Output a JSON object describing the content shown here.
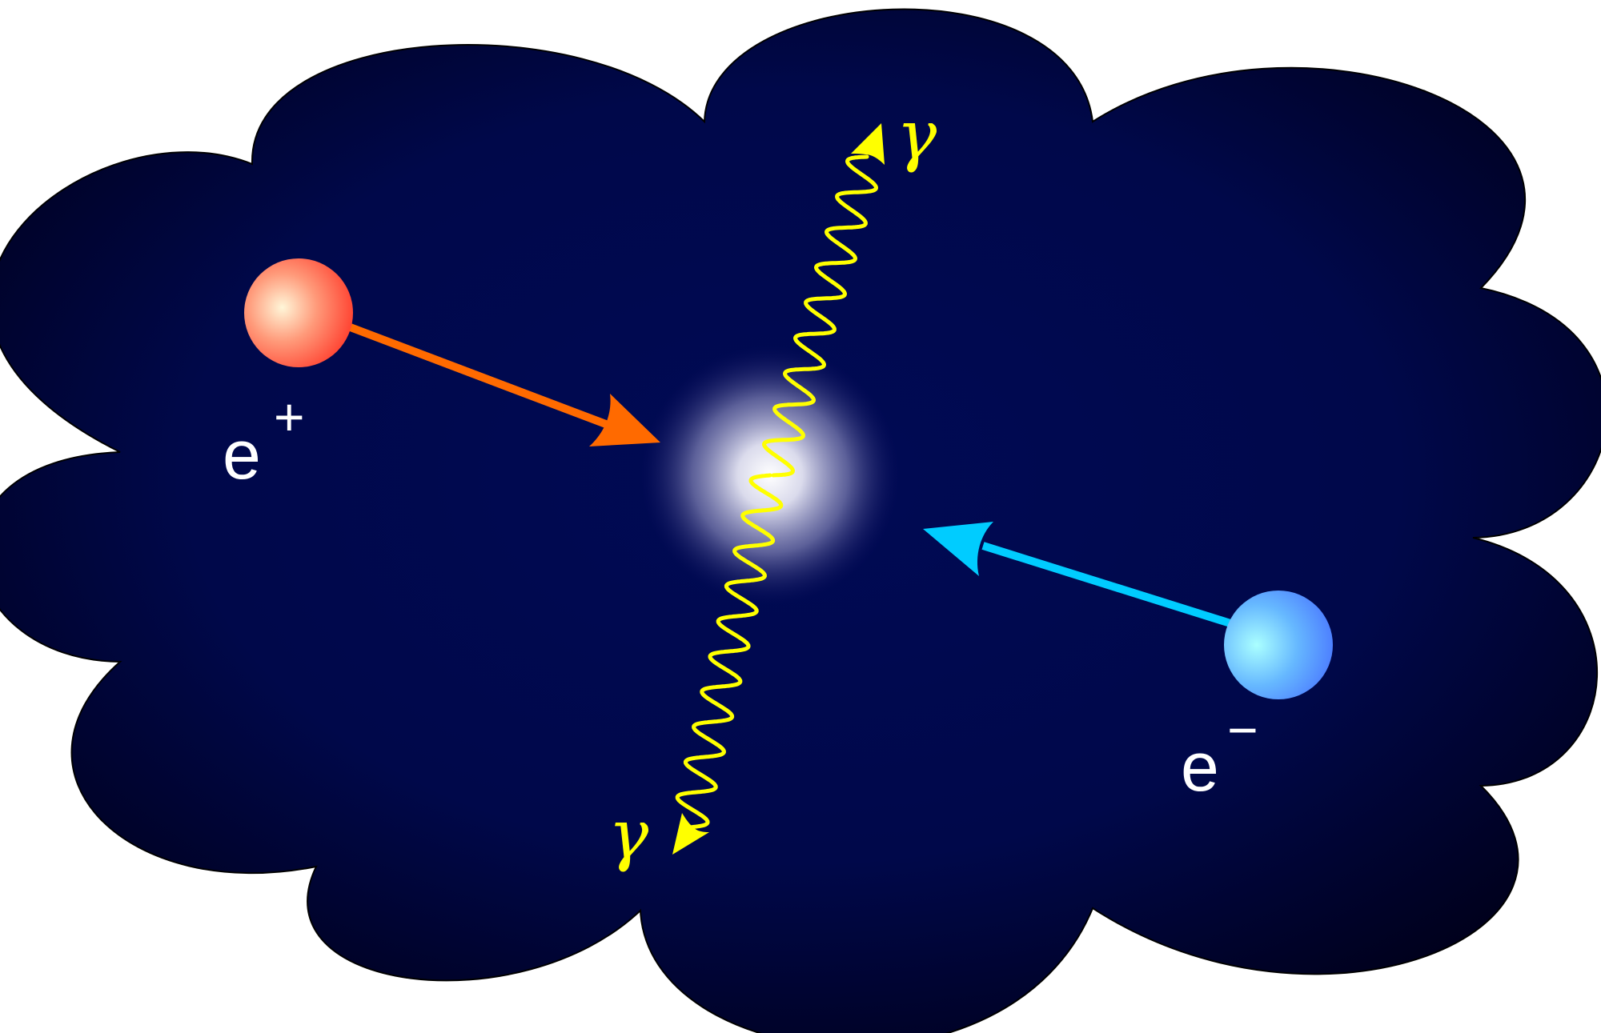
{
  "diagram": {
    "positron": {
      "symbol": "e",
      "charge": "+",
      "color": "#ff6a00"
    },
    "electron": {
      "symbol": "e",
      "charge": "−",
      "color": "#00ccff"
    },
    "photons": [
      {
        "symbol": "γ",
        "color": "#ffff00"
      },
      {
        "symbol": "γ",
        "color": "#ffff00"
      }
    ],
    "background": {
      "cloud_color": "#000a50",
      "cloud_edge": "#00001a"
    }
  }
}
